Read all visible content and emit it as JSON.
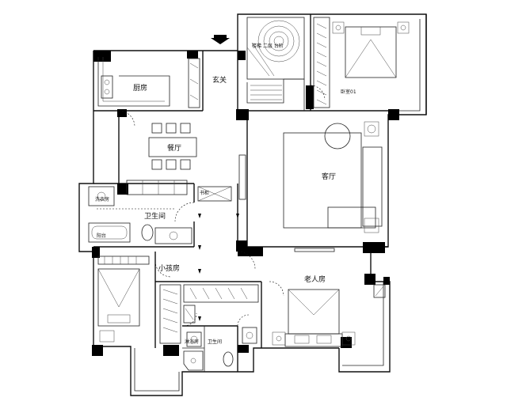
{
  "rooms": {
    "kitchen": "厨房",
    "entrance": "玄关",
    "dining": "餐厅",
    "living": "客厅",
    "master_bedroom": "卧室01",
    "elder_bedroom": "老人房",
    "small_bedroom": "小孩房",
    "bathroom_main": "卫生间",
    "bathroom_2": "卫生间",
    "shower_room": "淋浴房",
    "laundry": "洗衣房",
    "balcony": "阳台",
    "corridor_label": "书柜",
    "stair_note": "楼梯 二层 台阶"
  },
  "colors": {
    "wall": "#111111",
    "background": "#ffffff"
  }
}
